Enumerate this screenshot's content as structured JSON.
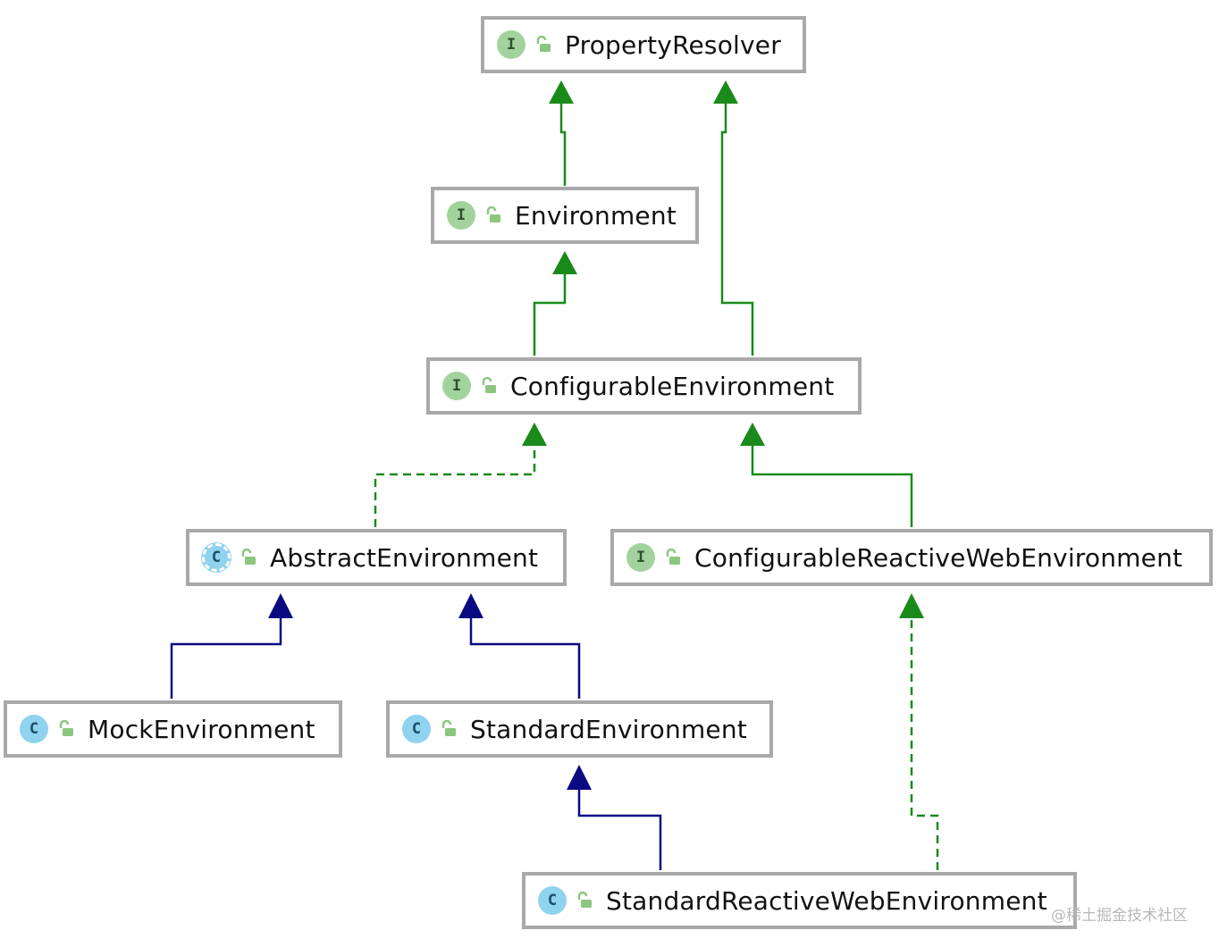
{
  "colors": {
    "interface_edge": "#1a8a1a",
    "class_edge": "#0a0a82",
    "node_border": "#a9a9a9",
    "interface_icon": "#a3d39c",
    "class_icon": "#8fd3ee"
  },
  "nodes": {
    "property_resolver": {
      "icon": "I",
      "label": "PropertyResolver",
      "kind": "interface"
    },
    "environment": {
      "icon": "I",
      "label": "Environment",
      "kind": "interface"
    },
    "configurable_environment": {
      "icon": "I",
      "label": "ConfigurableEnvironment",
      "kind": "interface"
    },
    "abstract_environment": {
      "icon": "C",
      "label": "AbstractEnvironment",
      "kind": "abstract-class"
    },
    "configurable_reactive_web_environment": {
      "icon": "I",
      "label": "ConfigurableReactiveWebEnvironment",
      "kind": "interface"
    },
    "mock_environment": {
      "icon": "C",
      "label": "MockEnvironment",
      "kind": "class"
    },
    "standard_environment": {
      "icon": "C",
      "label": "StandardEnvironment",
      "kind": "class"
    },
    "standard_reactive_web_environment": {
      "icon": "C",
      "label": "StandardReactiveWebEnvironment",
      "kind": "class"
    }
  },
  "edges": [
    {
      "from": "environment",
      "to": "property_resolver",
      "type": "interface-extends"
    },
    {
      "from": "configurable_environment",
      "to": "property_resolver",
      "type": "interface-extends"
    },
    {
      "from": "configurable_environment",
      "to": "environment",
      "type": "interface-extends"
    },
    {
      "from": "abstract_environment",
      "to": "configurable_environment",
      "type": "implements"
    },
    {
      "from": "configurable_reactive_web_environment",
      "to": "configurable_environment",
      "type": "interface-extends"
    },
    {
      "from": "mock_environment",
      "to": "abstract_environment",
      "type": "class-extends"
    },
    {
      "from": "standard_environment",
      "to": "abstract_environment",
      "type": "class-extends"
    },
    {
      "from": "standard_reactive_web_environment",
      "to": "standard_environment",
      "type": "class-extends"
    },
    {
      "from": "standard_reactive_web_environment",
      "to": "configurable_reactive_web_environment",
      "type": "implements"
    }
  ],
  "watermark": "@稀土掘金技术社区"
}
